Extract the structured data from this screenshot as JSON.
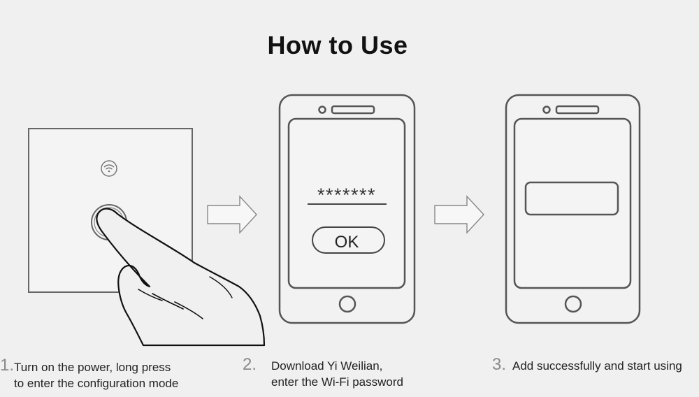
{
  "title": "How to Use",
  "phone": {
    "password_mask": "*******",
    "ok_label": "OK"
  },
  "steps": [
    {
      "number": "1.",
      "lines": [
        "Turn on the power, long press",
        "to enter the configuration mode"
      ]
    },
    {
      "number": "2.",
      "lines": [
        "Download Yi Weilian,",
        "enter the Wi-Fi password"
      ]
    },
    {
      "number": "3.",
      "lines": [
        "Add successfully and start using"
      ]
    }
  ],
  "colors": {
    "background": "#f0f0f0",
    "stroke": "#555555",
    "text": "#222222",
    "step_number": "#8a8a8a"
  },
  "icons": [
    "wifi-icon",
    "touch-button-icon",
    "hand-icon",
    "arrow-right-icon",
    "home-button-icon"
  ]
}
